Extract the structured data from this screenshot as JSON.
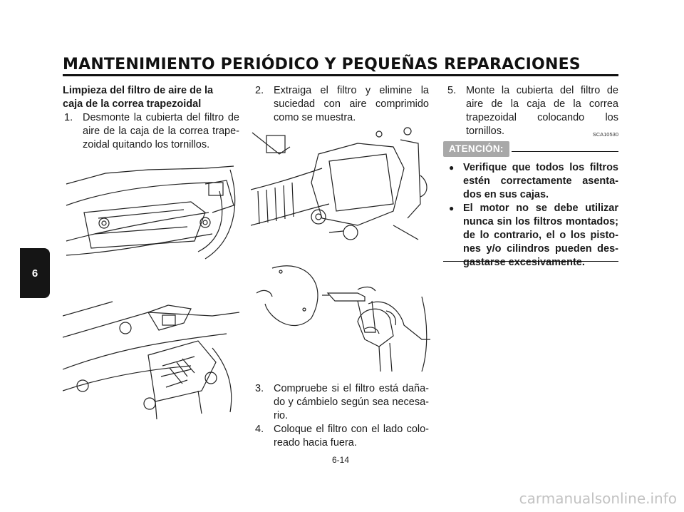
{
  "header": {
    "title": "MANTENIMIENTO PERIÓDICO Y PEQUEÑAS REPARACIONES"
  },
  "tab": {
    "label": "6"
  },
  "column1": {
    "subtitle_line1": "Limpieza del filtro de aire de la",
    "subtitle_line2": "caja de la correa trapezoidal",
    "step1": {
      "num": "1.",
      "text": "Desmonte la cubierta del filtro de aire de la caja de la correa trape-zoidal quitando los tornillos."
    }
  },
  "column2": {
    "step2": {
      "num": "2.",
      "text": "Extraiga el filtro y elimine la suciedad con aire comprimido como se muestra."
    },
    "step3": {
      "num": "3.",
      "text": "Compruebe si el filtro está daña-do y cámbielo según sea necesa-rio."
    },
    "step4": {
      "num": "4.",
      "text": "Coloque el filtro con el lado colo-reado hacia fuera."
    }
  },
  "column3": {
    "step5": {
      "num": "5.",
      "text": "Monte la cubierta del filtro de aire de la caja de la correa trapezoidal colocando los tornillos."
    },
    "notice_code": "SCA10530",
    "notice_label": "ATENCIÓN:",
    "warnings": [
      "Verifique que todos los filtros estén correctamente asenta-dos en sus cajas.",
      "El motor no se debe utilizar nunca sin los filtros montados; de lo contrario, el o los pisto-nes y/o cilindros pueden des-gastarse excesivamente."
    ]
  },
  "footer": {
    "page": "6-14",
    "watermark": "carmanualsonline.info"
  }
}
